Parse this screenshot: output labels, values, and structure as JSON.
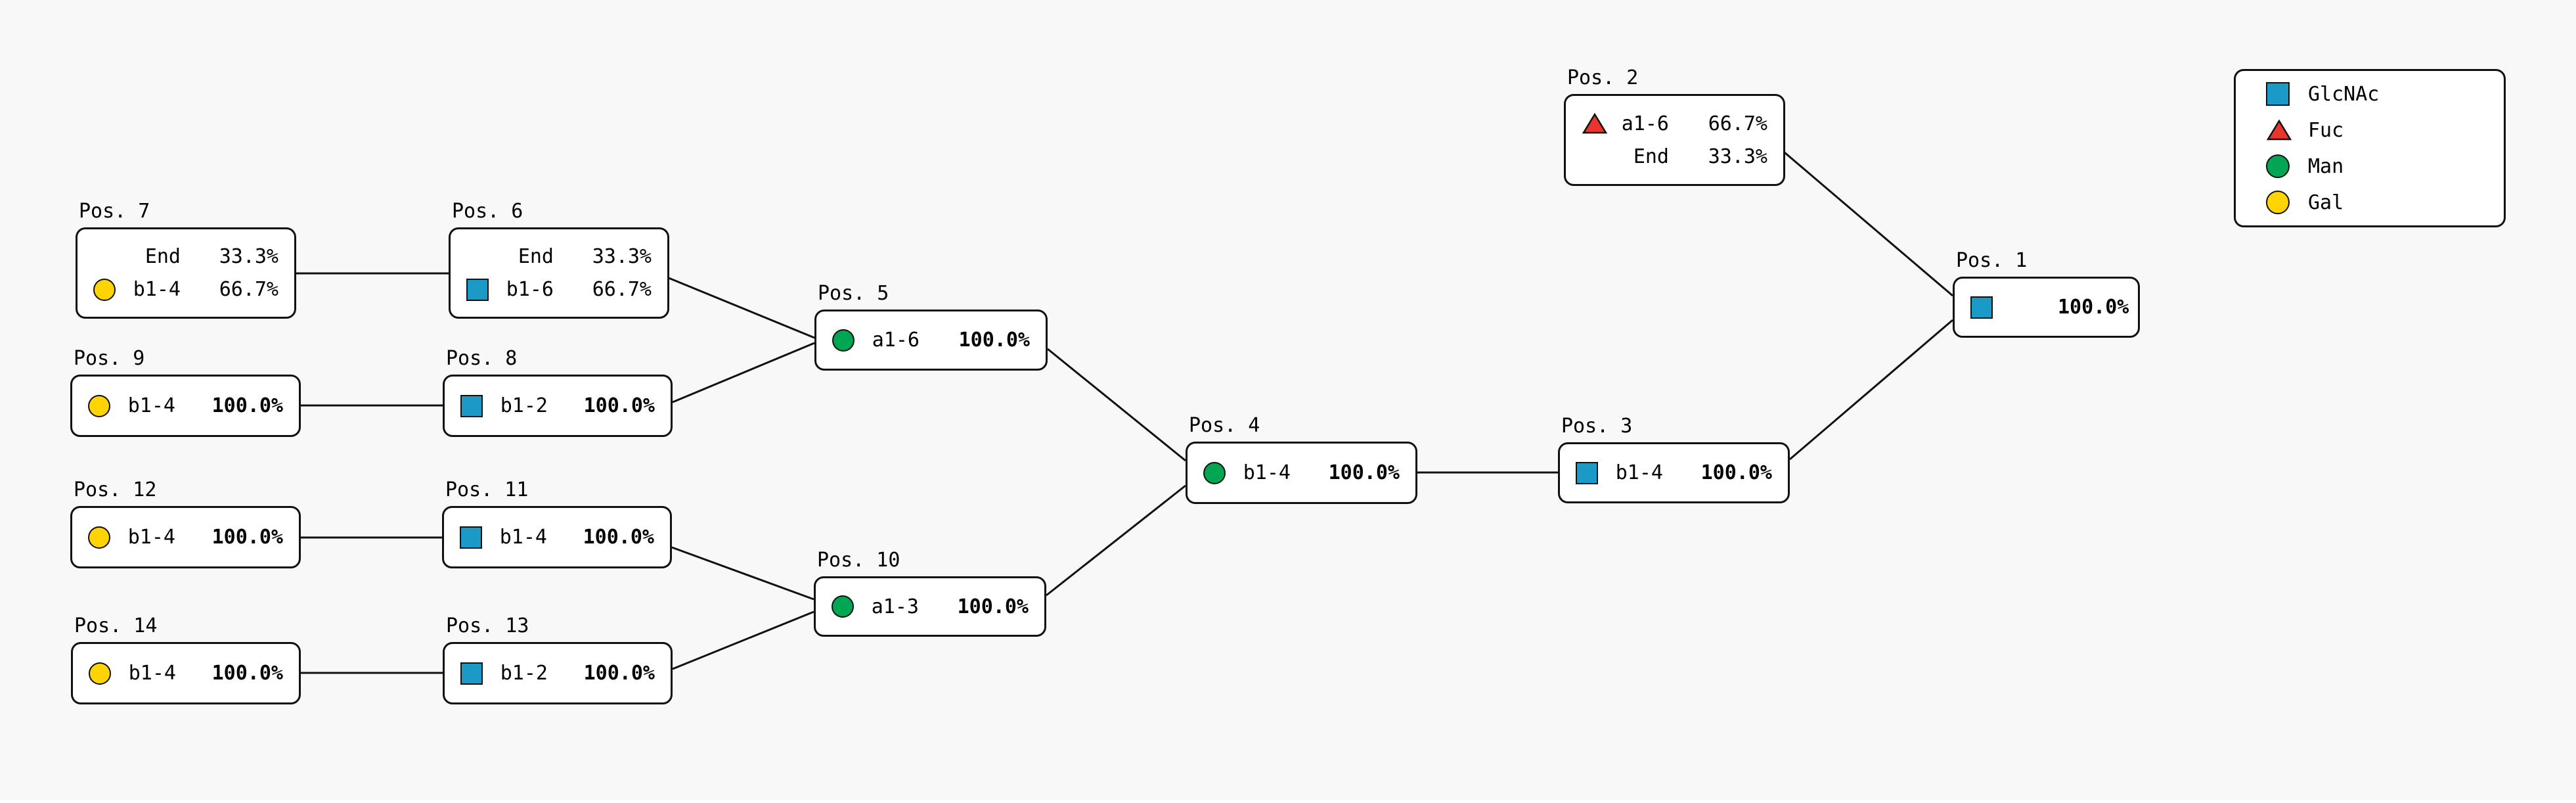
{
  "background_color": "#f8f8f8",
  "box_background": "#ffffff",
  "line_color": "#111111",
  "monosaccharide_colors": {
    "GlcNAc": "#1b9ac8",
    "Fuc": "#ea342c",
    "Man": "#00a651",
    "Gal": "#ffd400"
  },
  "legend": {
    "items": [
      {
        "shape": "square",
        "label": "GlcNAc"
      },
      {
        "shape": "triangle",
        "label": "Fuc"
      },
      {
        "shape": "circle",
        "label": "Man"
      },
      {
        "shape": "circle",
        "label": "Gal"
      }
    ]
  },
  "nodes": [
    {
      "id": "pos-7",
      "title": "Pos. 7",
      "rows": [
        {
          "linkage": "End",
          "pct": "33.3%"
        },
        {
          "sugar": "Gal",
          "shape": "circle",
          "linkage": "b1-4",
          "pct": "66.7%"
        }
      ]
    },
    {
      "id": "pos-6",
      "title": "Pos. 6",
      "rows": [
        {
          "linkage": "End",
          "pct": "33.3%"
        },
        {
          "sugar": "GlcNAc",
          "shape": "square",
          "linkage": "b1-6",
          "pct": "66.7%"
        }
      ]
    },
    {
      "id": "pos-9",
      "title": "Pos. 9",
      "rows": [
        {
          "sugar": "Gal",
          "shape": "circle",
          "linkage": "b1-4",
          "pct": "100.0%"
        }
      ]
    },
    {
      "id": "pos-8",
      "title": "Pos. 8",
      "rows": [
        {
          "sugar": "GlcNAc",
          "shape": "square",
          "linkage": "b1-2",
          "pct": "100.0%"
        }
      ]
    },
    {
      "id": "pos-12",
      "title": "Pos. 12",
      "rows": [
        {
          "sugar": "Gal",
          "shape": "circle",
          "linkage": "b1-4",
          "pct": "100.0%"
        }
      ]
    },
    {
      "id": "pos-11",
      "title": "Pos. 11",
      "rows": [
        {
          "sugar": "GlcNAc",
          "shape": "square",
          "linkage": "b1-4",
          "pct": "100.0%"
        }
      ]
    },
    {
      "id": "pos-14",
      "title": "Pos. 14",
      "rows": [
        {
          "sugar": "Gal",
          "shape": "circle",
          "linkage": "b1-4",
          "pct": "100.0%"
        }
      ]
    },
    {
      "id": "pos-13",
      "title": "Pos. 13",
      "rows": [
        {
          "sugar": "GlcNAc",
          "shape": "square",
          "linkage": "b1-2",
          "pct": "100.0%"
        }
      ]
    },
    {
      "id": "pos-5",
      "title": "Pos. 5",
      "rows": [
        {
          "sugar": "Man",
          "shape": "circle",
          "linkage": "a1-6",
          "pct": "100.0%"
        }
      ]
    },
    {
      "id": "pos-10",
      "title": "Pos. 10",
      "rows": [
        {
          "sugar": "Man",
          "shape": "circle",
          "linkage": "a1-3",
          "pct": "100.0%"
        }
      ]
    },
    {
      "id": "pos-4",
      "title": "Pos. 4",
      "rows": [
        {
          "sugar": "Man",
          "shape": "circle",
          "linkage": "b1-4",
          "pct": "100.0%"
        }
      ]
    },
    {
      "id": "pos-3",
      "title": "Pos. 3",
      "rows": [
        {
          "sugar": "GlcNAc",
          "shape": "square",
          "linkage": "b1-4",
          "pct": "100.0%"
        }
      ]
    },
    {
      "id": "pos-2",
      "title": "Pos. 2",
      "rows": [
        {
          "sugar": "Fuc",
          "shape": "triangle",
          "linkage": "a1-6",
          "pct": "66.7%"
        },
        {
          "linkage": "End",
          "pct": "33.3%"
        }
      ]
    },
    {
      "id": "pos-1",
      "title": "Pos. 1",
      "rows": [
        {
          "sugar": "GlcNAc",
          "shape": "square",
          "linkage": "",
          "pct": "100.0%"
        }
      ]
    }
  ],
  "edges": [
    {
      "from": "Pos. 7",
      "to": "Pos. 6"
    },
    {
      "from": "Pos. 6",
      "to": "Pos. 5"
    },
    {
      "from": "Pos. 9",
      "to": "Pos. 8"
    },
    {
      "from": "Pos. 8",
      "to": "Pos. 5"
    },
    {
      "from": "Pos. 5",
      "to": "Pos. 4"
    },
    {
      "from": "Pos. 12",
      "to": "Pos. 11"
    },
    {
      "from": "Pos. 11",
      "to": "Pos. 10"
    },
    {
      "from": "Pos. 14",
      "to": "Pos. 13"
    },
    {
      "from": "Pos. 13",
      "to": "Pos. 10"
    },
    {
      "from": "Pos. 10",
      "to": "Pos. 4"
    },
    {
      "from": "Pos. 4",
      "to": "Pos. 3"
    },
    {
      "from": "Pos. 3",
      "to": "Pos. 1"
    },
    {
      "from": "Pos. 2",
      "to": "Pos. 1"
    }
  ]
}
